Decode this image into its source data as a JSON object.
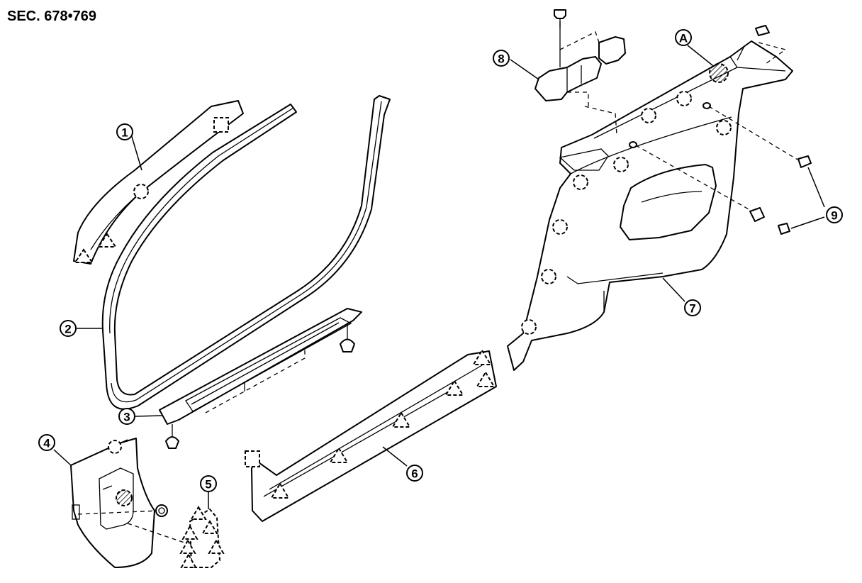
{
  "section_code": "SEC. 678•769",
  "callouts": [
    {
      "id": "1",
      "label": "1"
    },
    {
      "id": "2",
      "label": "2"
    },
    {
      "id": "3",
      "label": "3"
    },
    {
      "id": "4",
      "label": "4"
    },
    {
      "id": "5",
      "label": "5"
    },
    {
      "id": "6",
      "label": "6"
    },
    {
      "id": "7",
      "label": "7"
    },
    {
      "id": "8",
      "label": "8"
    },
    {
      "id": "9",
      "label": "9"
    },
    {
      "id": "A",
      "label": "A"
    }
  ]
}
